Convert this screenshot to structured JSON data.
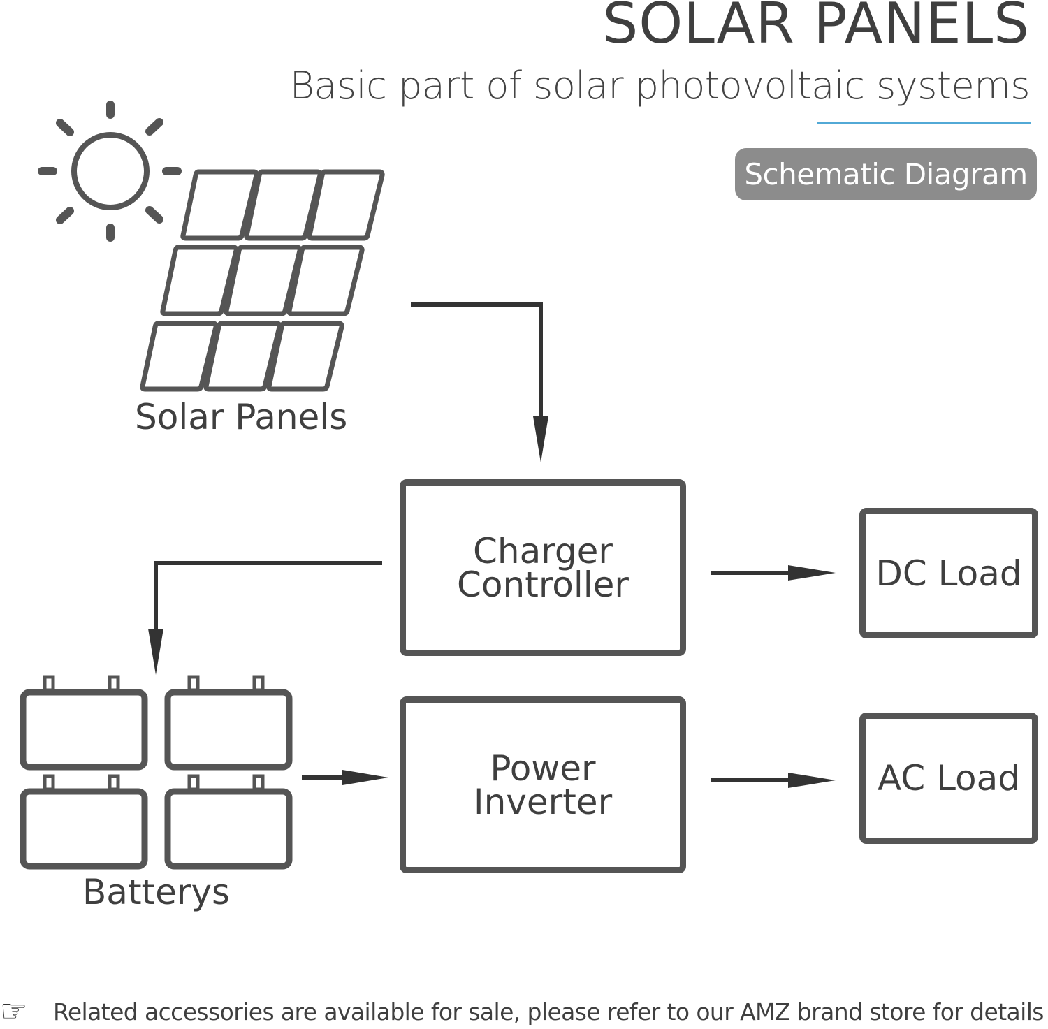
{
  "header": {
    "title": "SOLAR PANELS",
    "subtitle": "Basic part of solar photovoltaic systems",
    "badge": "Schematic Diagram"
  },
  "nodes": {
    "solar_panels": "Solar Panels",
    "batteries": "Batterys",
    "charger_controller": [
      "Charger",
      "Controller"
    ],
    "power_inverter": [
      "Power",
      "Inverter"
    ],
    "dc_load": "DC Load",
    "ac_load": "AC Load"
  },
  "edges": [
    {
      "from": "solar_panels",
      "to": "charger_controller"
    },
    {
      "from": "charger_controller",
      "to": "batteries"
    },
    {
      "from": "charger_controller",
      "to": "dc_load"
    },
    {
      "from": "batteries",
      "to": "power_inverter"
    },
    {
      "from": "power_inverter",
      "to": "ac_load"
    }
  ],
  "footer": {
    "icon": "pointing-hand-icon",
    "text": "Related accessories are available for sale, please refer to our AMZ brand store for details"
  },
  "colors": {
    "stroke": "#555555",
    "text": "#3f3f3f",
    "accent": "#52a9d6",
    "badge": "#8c8c8c"
  }
}
